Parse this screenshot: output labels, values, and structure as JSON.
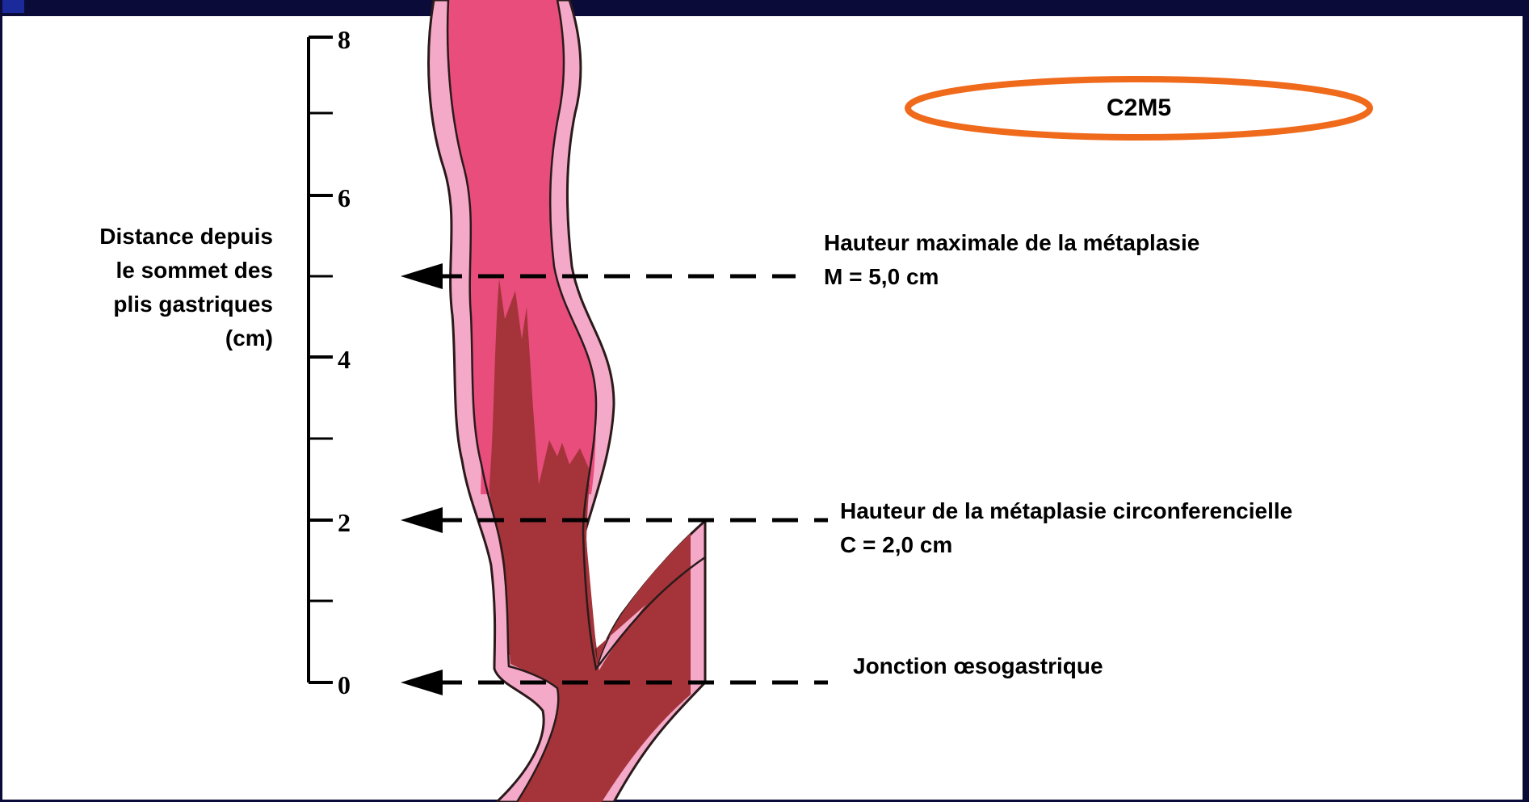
{
  "axis": {
    "title_lines": [
      "Distance depuis",
      "le sommet des",
      "plis gastriques",
      "(cm)"
    ],
    "tick_labels": [
      "8",
      "6",
      "4",
      "2",
      "0"
    ]
  },
  "badge": {
    "text": "C2M5",
    "border_color": "#f06a1c"
  },
  "annotations": {
    "max_height": {
      "line1": "Hauteur maximale de la métaplasie",
      "line2": "M = 5,0 cm",
      "value_cm": 5.0
    },
    "circumferential": {
      "line1": "Hauteur de la métaplasie circonferencielle",
      "line2": "C = 2,0 cm",
      "value_cm": 2.0
    },
    "junction": {
      "line1": "Jonction œsogastrique",
      "value_cm": 0
    }
  },
  "colors": {
    "esophagus_wall": "#f4a9c8",
    "normal_mucosa": "#e84d7c",
    "metaplasia": "#a5343a",
    "frame": "#0b0b3a"
  }
}
